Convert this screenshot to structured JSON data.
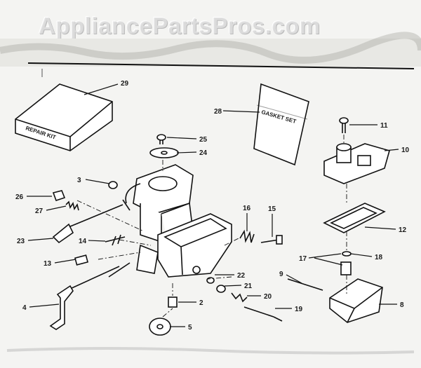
{
  "watermark": "AppliancePartsPros.com",
  "kit_labels": {
    "repair_kit": "REPAIR KIT",
    "gasket_set": "GASKET SET"
  },
  "callouts": {
    "c29": "29",
    "c28": "28",
    "c25": "25",
    "c24": "24",
    "c3": "3",
    "c26": "26",
    "c27": "27",
    "c23": "23",
    "c14": "14",
    "c13": "13",
    "c4": "4",
    "c16": "16",
    "c15": "15",
    "c11": "11",
    "c10": "10",
    "c12": "12",
    "c17": "17",
    "c18": "18",
    "c22": "22",
    "c21": "21",
    "c20": "20",
    "c19": "19",
    "c9": "9",
    "c8": "8",
    "c2": "2",
    "c5": "5"
  }
}
